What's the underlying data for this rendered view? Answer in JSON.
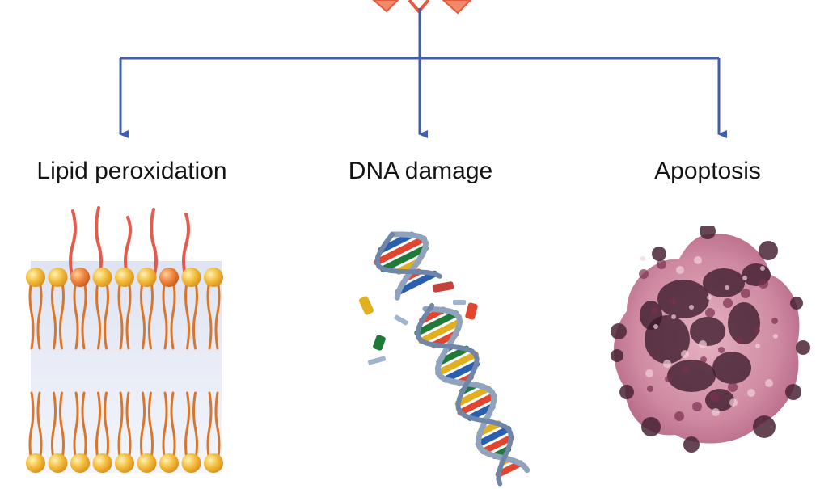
{
  "branches": [
    {
      "label": "Lipid peroxidation",
      "illustration": "lipid-bilayer-membrane"
    },
    {
      "label": "DNA damage",
      "illustration": "broken-dna-double-helix"
    },
    {
      "label": "Apoptosis",
      "illustration": "apoptotic-cell-micrograph"
    }
  ],
  "colors": {
    "arrow": "#3f5fae",
    "source_shape": "#e55a3c",
    "lipid_head": "#f2b334",
    "lipid_tail": "#d9762a",
    "oxidized_tail": "#e04a3a",
    "dna_backbone": "#8fa3bf",
    "cell_stain": "#a85a7a",
    "cell_nucleus": "#3a1a2a"
  }
}
